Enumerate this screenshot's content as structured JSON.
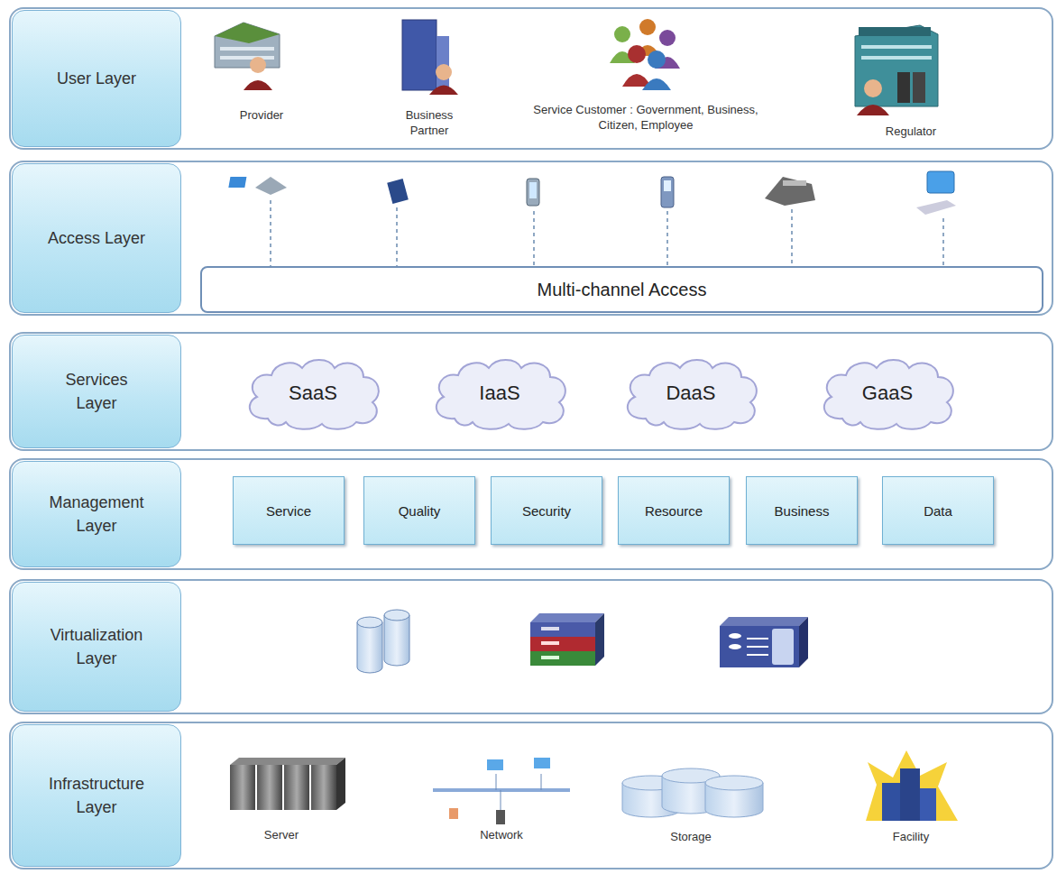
{
  "diagram": {
    "nodes": [
      {
        "text": [
          "User Layer"
        ]
      },
      {
        "text": [
          "Access Layer"
        ]
      },
      {
        "text": [
          "Multi-channel Access"
        ],
        "in": 1
      },
      {
        "text": [
          "Services Layer"
        ]
      },
      {
        "text": [
          "SaaS"
        ],
        "in": 3
      },
      {
        "text": [
          "IaaS"
        ],
        "in": 3
      },
      {
        "text": [
          "DaaS"
        ],
        "in": 3
      },
      {
        "text": [
          "GaaS"
        ],
        "in": 3
      },
      {
        "text": [
          "Management Layer"
        ]
      },
      {
        "text": [
          "Service"
        ],
        "in": 8
      },
      {
        "text": [
          "Quality"
        ],
        "in": 8
      },
      {
        "text": [
          "Security"
        ],
        "in": 8
      },
      {
        "text": [
          "Resource"
        ],
        "in": 8
      },
      {
        "text": [
          "Business"
        ],
        "in": 8
      },
      {
        "text": [
          "Data"
        ],
        "in": 8
      },
      {
        "text": [
          "Virtualization Layer"
        ]
      },
      {
        "text": [
          "Infrastructure Layer"
        ]
      }
    ],
    "labels": [
      "Provider",
      "Business Partner",
      "Service Customer : Government, Business, Citizen, Employee",
      "Regulator",
      "Server",
      "Network",
      "Storage",
      "Facility"
    ]
  }
}
